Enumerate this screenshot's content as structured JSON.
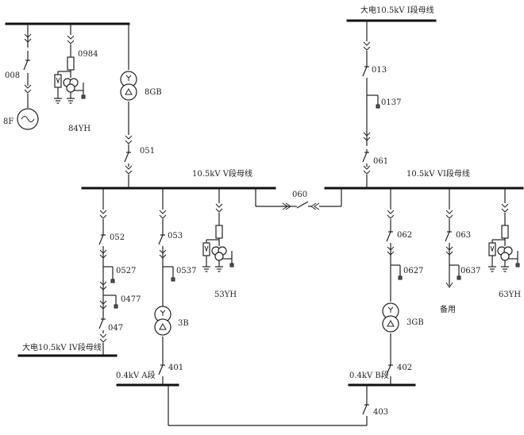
{
  "labels": {
    "bus_i": "大电10.5kV I段母线",
    "bus_v": "10.5kV V段母线",
    "bus_vi": "10.5kV VI段母线",
    "bus_iv": "大电10.5kV IV段母线",
    "lv_a": "0.4kV A段",
    "lv_b": "0.4kV B段",
    "sw_008": "008",
    "gen_8f": "8F",
    "sw_0984": "0984",
    "pt_84yh": "84YH",
    "tr_8gb": "8GB",
    "sw_051": "051",
    "sw_013": "013",
    "sw_0137": "0137",
    "sw_061": "061",
    "sw_060": "060",
    "sw_052": "052",
    "sw_0527": "0527",
    "sw_0477": "0477",
    "sw_047": "047",
    "sw_053": "053",
    "sw_0537": "0537",
    "tr_3b": "3B",
    "pt_53yh": "53YH",
    "sw_062": "062",
    "sw_0627": "0627",
    "tr_3gb": "3GB",
    "sw_063": "063",
    "sw_0637": "0637",
    "spare": "备用",
    "pt_63yh": "63YH",
    "sw_401": "401",
    "sw_402": "402",
    "sw_403": "403"
  }
}
